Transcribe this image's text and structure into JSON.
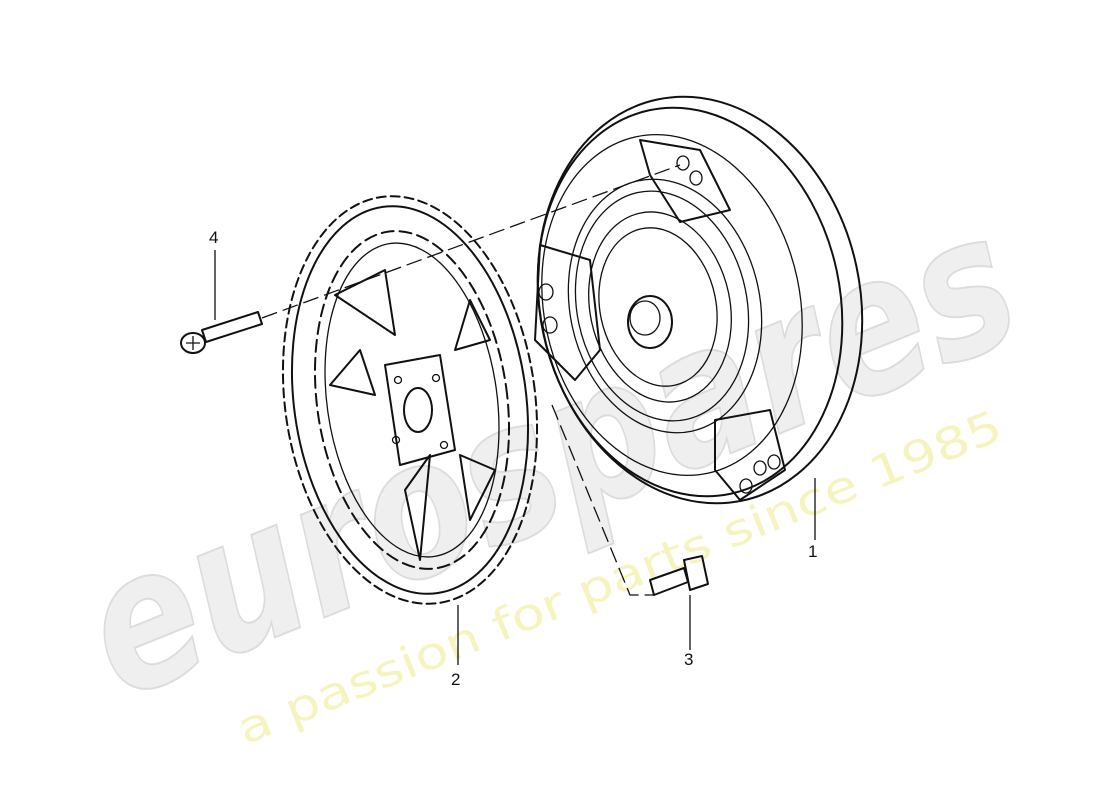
{
  "callouts": [
    {
      "id": "1",
      "label": "1"
    },
    {
      "id": "2",
      "label": "2"
    },
    {
      "id": "3",
      "label": "3"
    },
    {
      "id": "4",
      "label": "4"
    }
  ],
  "watermark": {
    "brand": "eurospares",
    "tagline": "a passion for parts since 1985",
    "brand_color": "#e9e9e9",
    "tagline_color": "#f3f0a8"
  },
  "colors": {
    "line": "#111111",
    "background": "#ffffff"
  }
}
